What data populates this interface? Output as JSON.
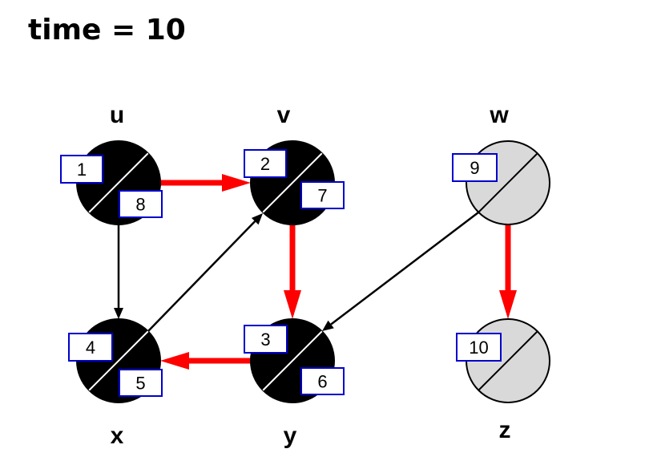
{
  "title": "time = 10",
  "colors": {
    "black_node": "#000000",
    "gray_node": "#d9d9d9",
    "tree_edge": "#ff0000",
    "other_edge": "#000000",
    "box_border": "#0000cc"
  },
  "nodes": [
    {
      "id": "u",
      "label": "u",
      "discovery": "1",
      "finish": "8",
      "state": "black"
    },
    {
      "id": "v",
      "label": "v",
      "discovery": "2",
      "finish": "7",
      "state": "black"
    },
    {
      "id": "w",
      "label": "w",
      "discovery": "9",
      "finish": "",
      "state": "gray"
    },
    {
      "id": "x",
      "label": "x",
      "discovery": "4",
      "finish": "5",
      "state": "black"
    },
    {
      "id": "y",
      "label": "y",
      "discovery": "3",
      "finish": "6",
      "state": "black"
    },
    {
      "id": "z",
      "label": "z",
      "discovery": "10",
      "finish": "",
      "state": "gray"
    }
  ],
  "edges": [
    {
      "from": "u",
      "to": "v",
      "type": "tree"
    },
    {
      "from": "u",
      "to": "x",
      "type": "other"
    },
    {
      "from": "v",
      "to": "y",
      "type": "tree"
    },
    {
      "from": "y",
      "to": "x",
      "type": "tree"
    },
    {
      "from": "x",
      "to": "v",
      "type": "other"
    },
    {
      "from": "w",
      "to": "y",
      "type": "other"
    },
    {
      "from": "w",
      "to": "z",
      "type": "tree"
    }
  ]
}
